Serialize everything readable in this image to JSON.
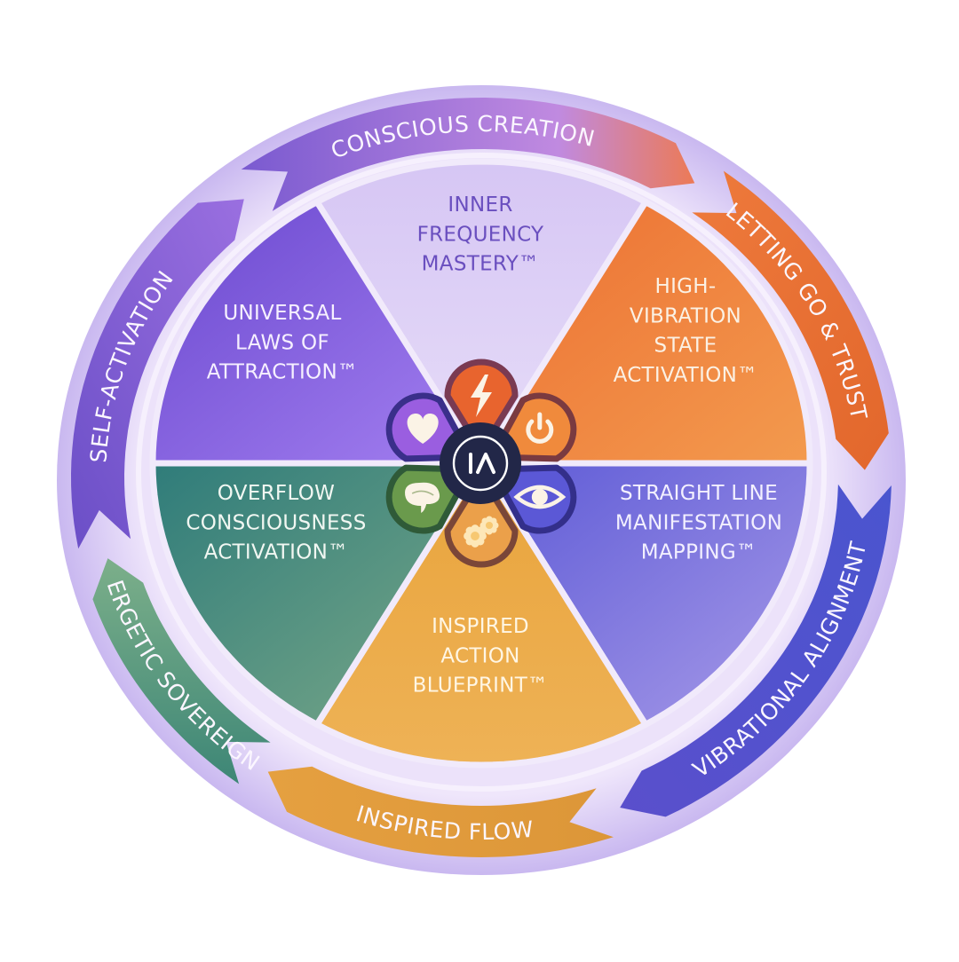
{
  "title": "Conscious Creation Cycle",
  "center_logo": {
    "text": "IA",
    "color": "#222748"
  },
  "outer_ring": [
    {
      "label": "SELF-ACTIVATION",
      "color_start": "#6b4fc7",
      "color_end": "#9a6fe0"
    },
    {
      "label": "CONSCIOUS CREATION",
      "color_start": "#7a5ad0",
      "color_end": "#e57a62"
    },
    {
      "label": "LETTING GO & TRUST",
      "color_start": "#ee7a3c",
      "color_end": "#e26a2f"
    },
    {
      "label": "VIBRATIONAL ALIGNMENT",
      "color_start": "#4f5ad0",
      "color_end": "#5b4fcc"
    },
    {
      "label": "INSPIRED FLOW",
      "color_start": "#e59a3a",
      "color_end": "#e0a046"
    },
    {
      "label": "ENERGETIC SOVEREIGNTY",
      "color_start": "#3f8a7a",
      "color_end": "#7aae88"
    }
  ],
  "wedges": [
    {
      "lines": [
        "INNER",
        "FREQUENCY",
        "MASTERY™"
      ],
      "color": "#d8c8f4",
      "text_color": "#6a4fbf"
    },
    {
      "lines": [
        "HIGH-",
        "VIBRATION",
        "STATE",
        "ACTIVATION™"
      ],
      "color": "#ee7d3a",
      "text_color": "#fbf1e4"
    },
    {
      "lines": [
        "STRAIGHT LINE",
        "MANIFESTATION",
        "MAPPING™"
      ],
      "color": "#6a62d8",
      "text_color": "#f3f0ff"
    },
    {
      "lines": [
        "INSPIRED",
        "ACTION",
        "BLUEPRINT™"
      ],
      "color": "#e8a440",
      "text_color": "#fff6e4"
    },
    {
      "lines": [
        "OVERFLOW",
        "CONSCIOUSNESS",
        "ACTIVATION™"
      ],
      "color": "#3f8a80",
      "text_color": "#f1f7f2"
    },
    {
      "lines": [
        "UNIVERSAL",
        "LAWS OF",
        "ATTRACTION™"
      ],
      "color": "#7a55d6",
      "text_color": "#f6f0ff"
    }
  ],
  "petals": [
    {
      "icon": "lightning-icon",
      "color": "#e8642e",
      "border": "#7a3a52"
    },
    {
      "icon": "power-icon",
      "color": "#f08a3c",
      "border": "#7a3a40"
    },
    {
      "icon": "eye-icon",
      "color": "#5b58d6",
      "border": "#332f8a"
    },
    {
      "icon": "flower-icon",
      "color": "#eba04a",
      "border": "#7a4638"
    },
    {
      "icon": "brain-icon",
      "color": "#6a9a4c",
      "border": "#2f5a38"
    },
    {
      "icon": "heart-icon",
      "color": "#9a5ee0",
      "border": "#3a2f8a"
    }
  ]
}
